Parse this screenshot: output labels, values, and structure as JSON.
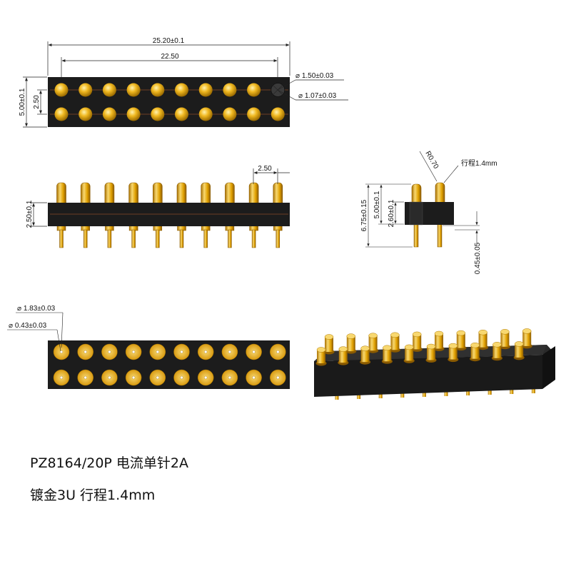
{
  "colors": {
    "body": "#1c1c1c",
    "gold": "#e0a000",
    "gold_light": "#f7d768",
    "gold_dark": "#9a6a00",
    "dim_line": "#222222",
    "center_line": "#c0602a"
  },
  "top_view": {
    "overall_width": "25.20±0.1",
    "pitch_span": "22.50",
    "overall_height": "5.00±0.1",
    "row_pitch": "2.50",
    "pin_outer_dia": "1.50±0.03",
    "pin_inner_dia": "1.07±0.03",
    "dia_symbol": "⌀"
  },
  "front_view": {
    "pitch": "2.50",
    "body_height": "2.50±0.1"
  },
  "side_view": {
    "radius": "R0.70",
    "stroke": "行程1.4mm",
    "total_height": "6.75±0.15",
    "upper_height": "5.00±0.1",
    "body_height": "2.60±0.1",
    "tail": "0.45±0.05"
  },
  "bottom_view": {
    "pad_dia": "1.83±0.03",
    "hole_dia": "0.43±0.03",
    "dia_symbol": "⌀"
  },
  "caption": {
    "line1": "PZ8164/20P 电流单针2A",
    "line2": "镀金3U 行程1.4mm"
  }
}
